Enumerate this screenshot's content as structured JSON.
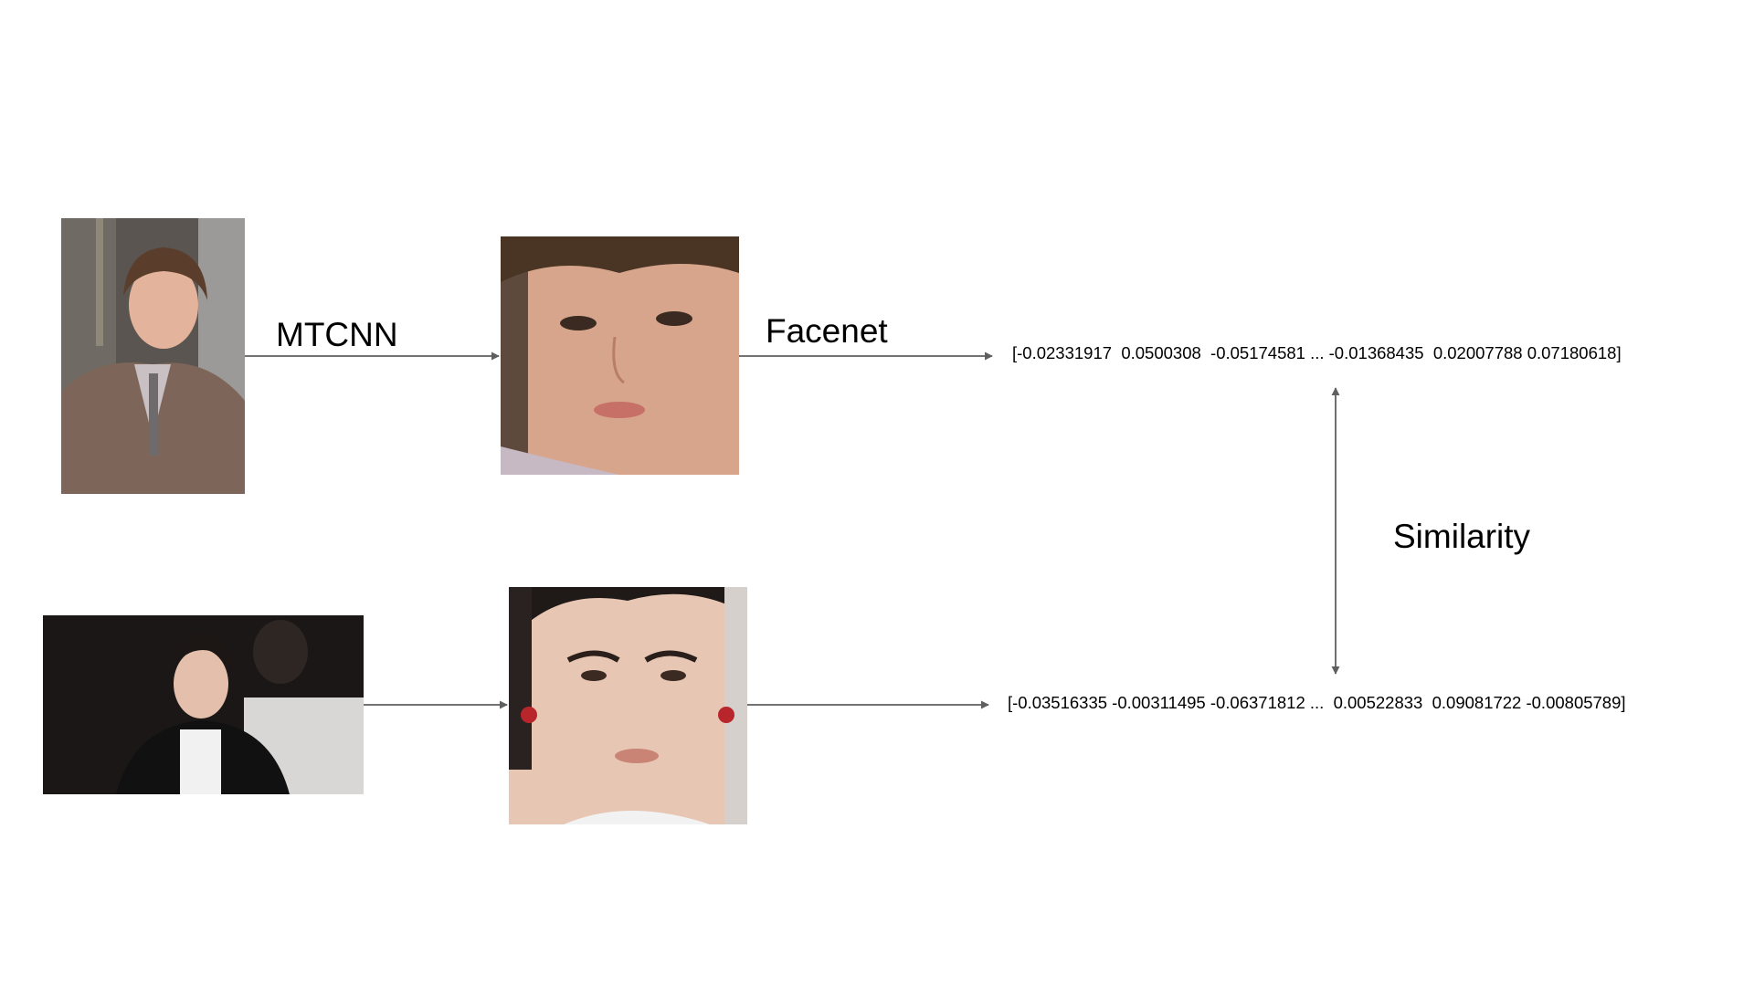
{
  "labels": {
    "detector": "MTCNN",
    "embedder": "Facenet",
    "similarity": "Similarity"
  },
  "embeddings": {
    "top": "[-0.02331917  0.0500308  -0.05174581 ... -0.01368435  0.02007788 0.07180618]",
    "bottom": "[-0.03516335 -0.00311495 -0.06371812 ...  0.00522833  0.09081722 -0.00805789]"
  },
  "colors": {
    "arrow": "#5f5f5f",
    "background": "#ffffff"
  }
}
